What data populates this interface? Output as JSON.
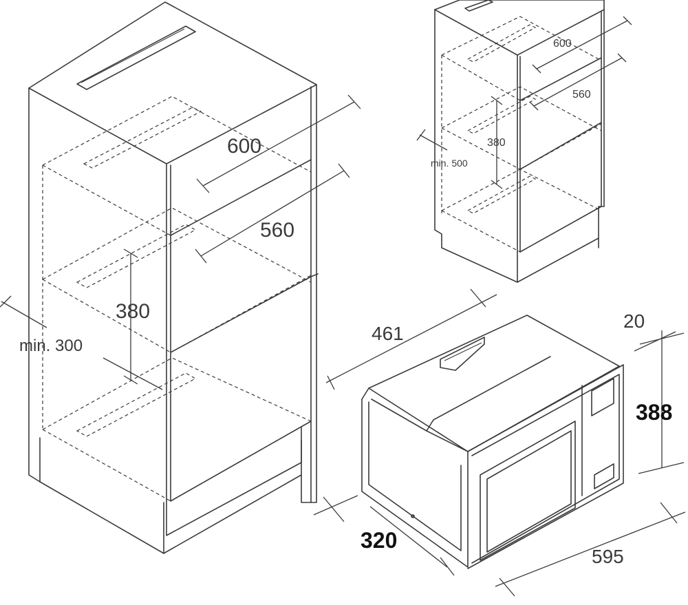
{
  "large_cabinet": {
    "width_label": "600",
    "depth_label": "560",
    "height_label": "380",
    "min_label": "min. 300"
  },
  "small_cabinet": {
    "width_label": "600",
    "depth_label": "560",
    "height_label": "380",
    "min_label": "min. 500"
  },
  "microwave": {
    "depth_label": "461",
    "width_label": "595",
    "frame_label": "20",
    "height_label": "388",
    "recess_label": "320"
  }
}
